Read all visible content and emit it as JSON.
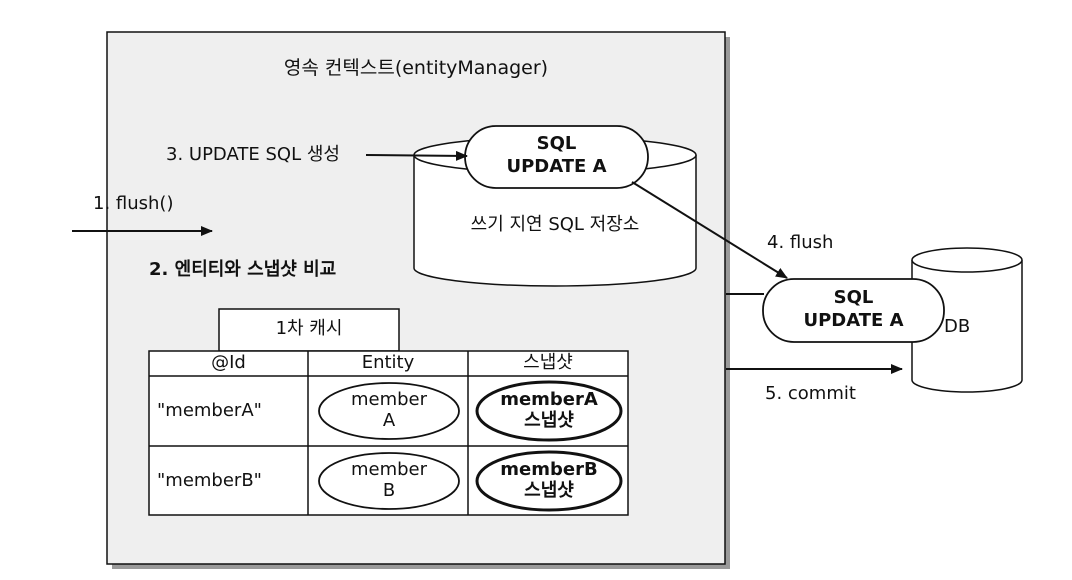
{
  "context": {
    "title": "영속 컨텍스트(entityManager)"
  },
  "steps": {
    "flush_in": "1. flush()",
    "compare": "2. 엔티티와 스냅샷 비교",
    "create_sql": "3. UPDATE SQL 생성",
    "flush_out": "4. flush",
    "commit": "5. commit"
  },
  "write_store": {
    "label": "쓰기 지연 SQL 저장소",
    "sql_line1": "SQL",
    "sql_line2": "UPDATE A"
  },
  "db": {
    "label": "DB",
    "sql_line1": "SQL",
    "sql_line2": "UPDATE A"
  },
  "cache": {
    "title": "1차 캐시",
    "headers": [
      "@Id",
      "Entity",
      "스냅샷"
    ],
    "rows": [
      {
        "id": "\"memberA\"",
        "entity_line1": "member",
        "entity_line2": "A",
        "snap_line1": "memberA",
        "snap_line2": "스냅샷"
      },
      {
        "id": "\"memberB\"",
        "entity_line1": "member",
        "entity_line2": "B",
        "snap_line1": "memberB",
        "snap_line2": "스냅샷"
      }
    ]
  },
  "colors": {
    "context_bg": "#efefef",
    "stroke": "#111111",
    "box_bg": "#ffffff"
  }
}
